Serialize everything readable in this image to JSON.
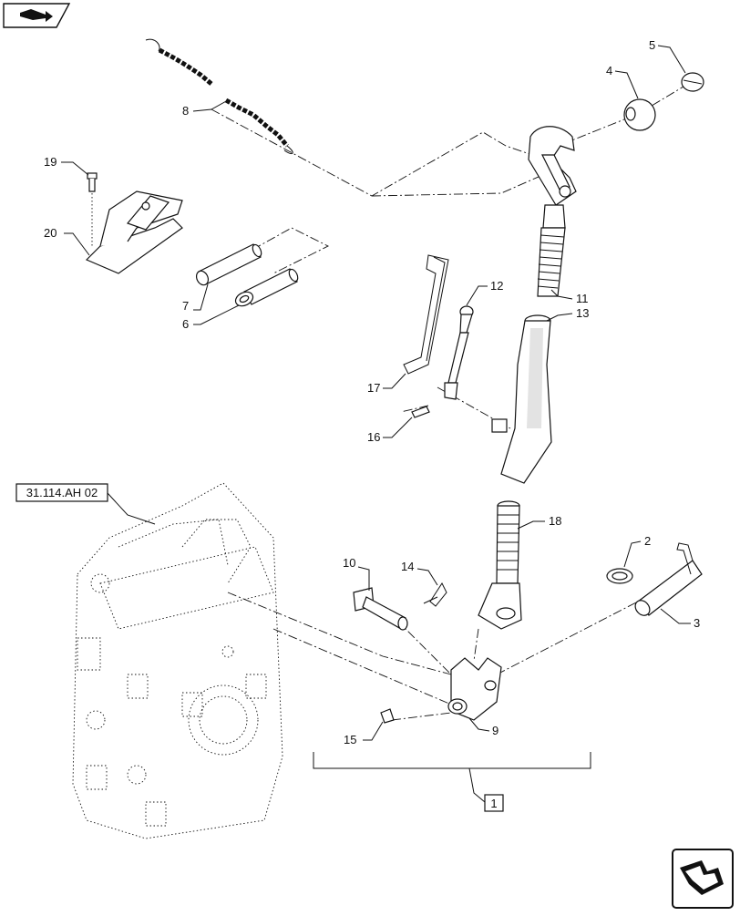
{
  "callouts": {
    "c1": "1",
    "c2": "2",
    "c3": "3",
    "c4": "4",
    "c5": "5",
    "c6": "6",
    "c7": "7",
    "c8": "8",
    "c9": "9",
    "c10": "10",
    "c11": "11",
    "c12": "12",
    "c13": "13",
    "c14": "14",
    "c15": "15",
    "c16": "16",
    "c17": "17",
    "c18": "18",
    "c19": "19",
    "c20": "20"
  },
  "reference_tag": "31.114.AH 02",
  "icons": {
    "top_left": "book-arrow-icon",
    "bottom_right": "next-page-arrow-icon"
  }
}
